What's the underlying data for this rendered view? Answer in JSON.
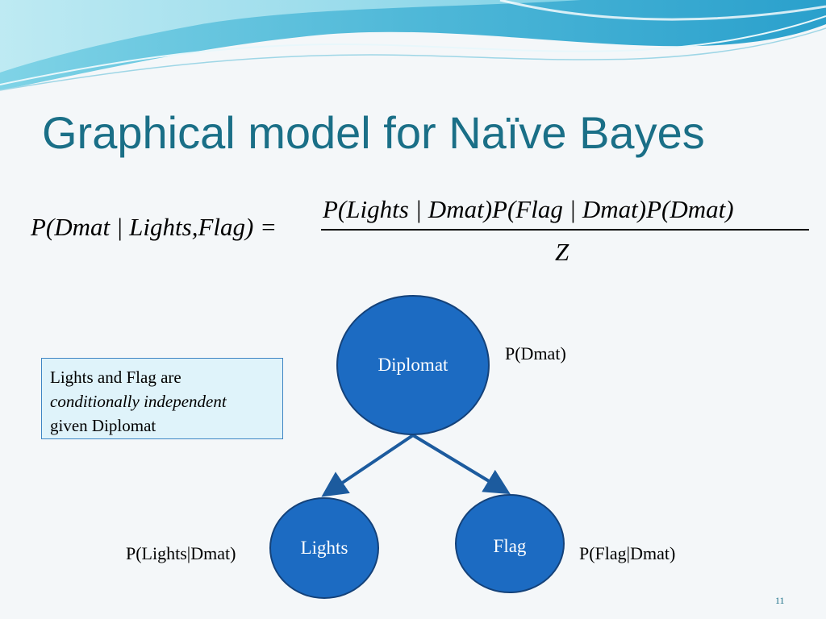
{
  "slide": {
    "title": "Graphical model for Naïve Bayes",
    "slide_number": "11"
  },
  "equation": {
    "lhs": "P(Dmat | Lights,Flag) =",
    "numerator": "P(Lights | Dmat)P(Flag | Dmat)P(Dmat)",
    "denominator": "Z"
  },
  "note": {
    "line1": "Lights and Flag are",
    "line2": "conditionally independent",
    "line3": "given Diplomat"
  },
  "graph": {
    "nodes": {
      "diplomat": "Diplomat",
      "lights": "Lights",
      "flag": "Flag"
    },
    "probabilities": {
      "diplomat": "P(Dmat)",
      "lights": "P(Lights|Dmat)",
      "flag": "P(Flag|Dmat)"
    },
    "edges": [
      {
        "from": "Diplomat",
        "to": "Lights"
      },
      {
        "from": "Diplomat",
        "to": "Flag"
      }
    ]
  },
  "colors": {
    "title": "#1a6f87",
    "node_fill": "#1c6bc2",
    "edge": "#1c5b9e",
    "note_fill": "#dff3fa"
  }
}
